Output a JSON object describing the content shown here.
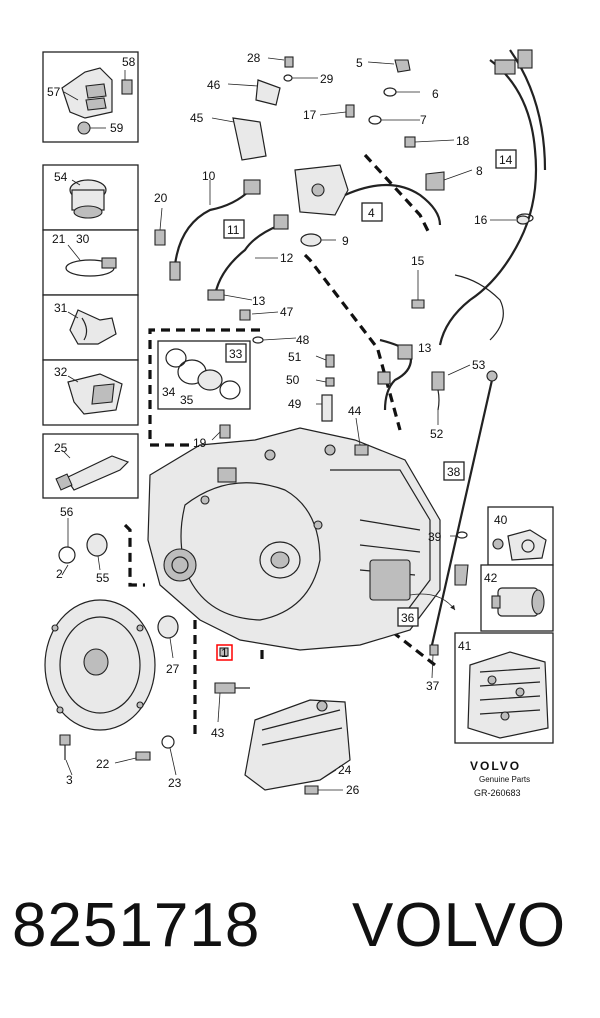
{
  "labels": {
    "28": "28",
    "5": "5",
    "46": "46",
    "29": "29",
    "6": "6",
    "45": "45",
    "17": "17",
    "7": "7",
    "18": "18",
    "14": "14",
    "10": "10",
    "8": "8",
    "20": "20",
    "4": "4",
    "16": "16",
    "11": "11",
    "9": "9",
    "12": "12",
    "15": "15",
    "13": "13",
    "47": "47",
    "48": "48",
    "33": "33",
    "51": "51",
    "53": "53",
    "34": "34",
    "35": "35",
    "50": "50",
    "49": "49",
    "44": "44",
    "52": "52",
    "19": "19",
    "25": "25",
    "38": "38",
    "56": "56",
    "40": "40",
    "39": "39",
    "2": "2",
    "55": "55",
    "42": "42",
    "36": "36",
    "27": "27",
    "1": "1",
    "41": "41",
    "37": "37",
    "43": "43",
    "22": "22",
    "24": "24",
    "23": "23",
    "26": "26",
    "3": "3",
    "57": "57",
    "58": "58",
    "59": "59",
    "54": "54",
    "21": "21",
    "30": "30",
    "31": "31",
    "32": "32"
  },
  "brand": {
    "logo_text": "VOLVO",
    "sub": "Genuine Parts",
    "ref": "GR-260683"
  },
  "footer": {
    "part_number": "8251718",
    "brand": "VOLVO"
  },
  "colors": {
    "ink": "#222222",
    "highlight": "#ff0000"
  }
}
